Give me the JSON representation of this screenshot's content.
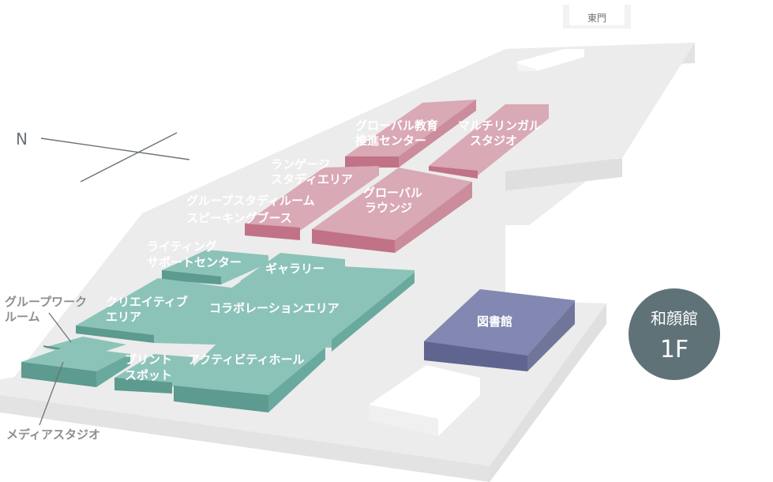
{
  "building": {
    "name": "和顔館",
    "floor": "1F"
  },
  "gate": "東門",
  "compass": "N",
  "colors": {
    "pink": "#d9a9b5",
    "teal": "#8cc3b8",
    "navy": "#8288b2",
    "floor": "#ececec"
  },
  "rooms": {
    "global_education": [
      "グローバル教育",
      "推進センター"
    ],
    "multilingual": [
      "マルチリンガル",
      "スタジオ"
    ],
    "language_study": [
      "ランゲージ",
      "スタディエリア"
    ],
    "group_study": "グループスタディルーム",
    "speaking_booth": "スピーキングブース",
    "global_lounge": [
      "グローバル",
      "ラウンジ"
    ],
    "writing_support": [
      "ライティング",
      "サポートセンター"
    ],
    "gallery": "ギャラリー",
    "creative_area": [
      "クリエイティブ",
      "エリア"
    ],
    "collaboration_area": "コラボレーションエリア",
    "print_spot": [
      "プリント",
      "スポット"
    ],
    "activity_hall": "アクティビティホール",
    "library": "図書館"
  },
  "callouts": {
    "group_work": [
      "グループワーク",
      "ルーム"
    ],
    "media_studio": "メディアスタジオ"
  }
}
